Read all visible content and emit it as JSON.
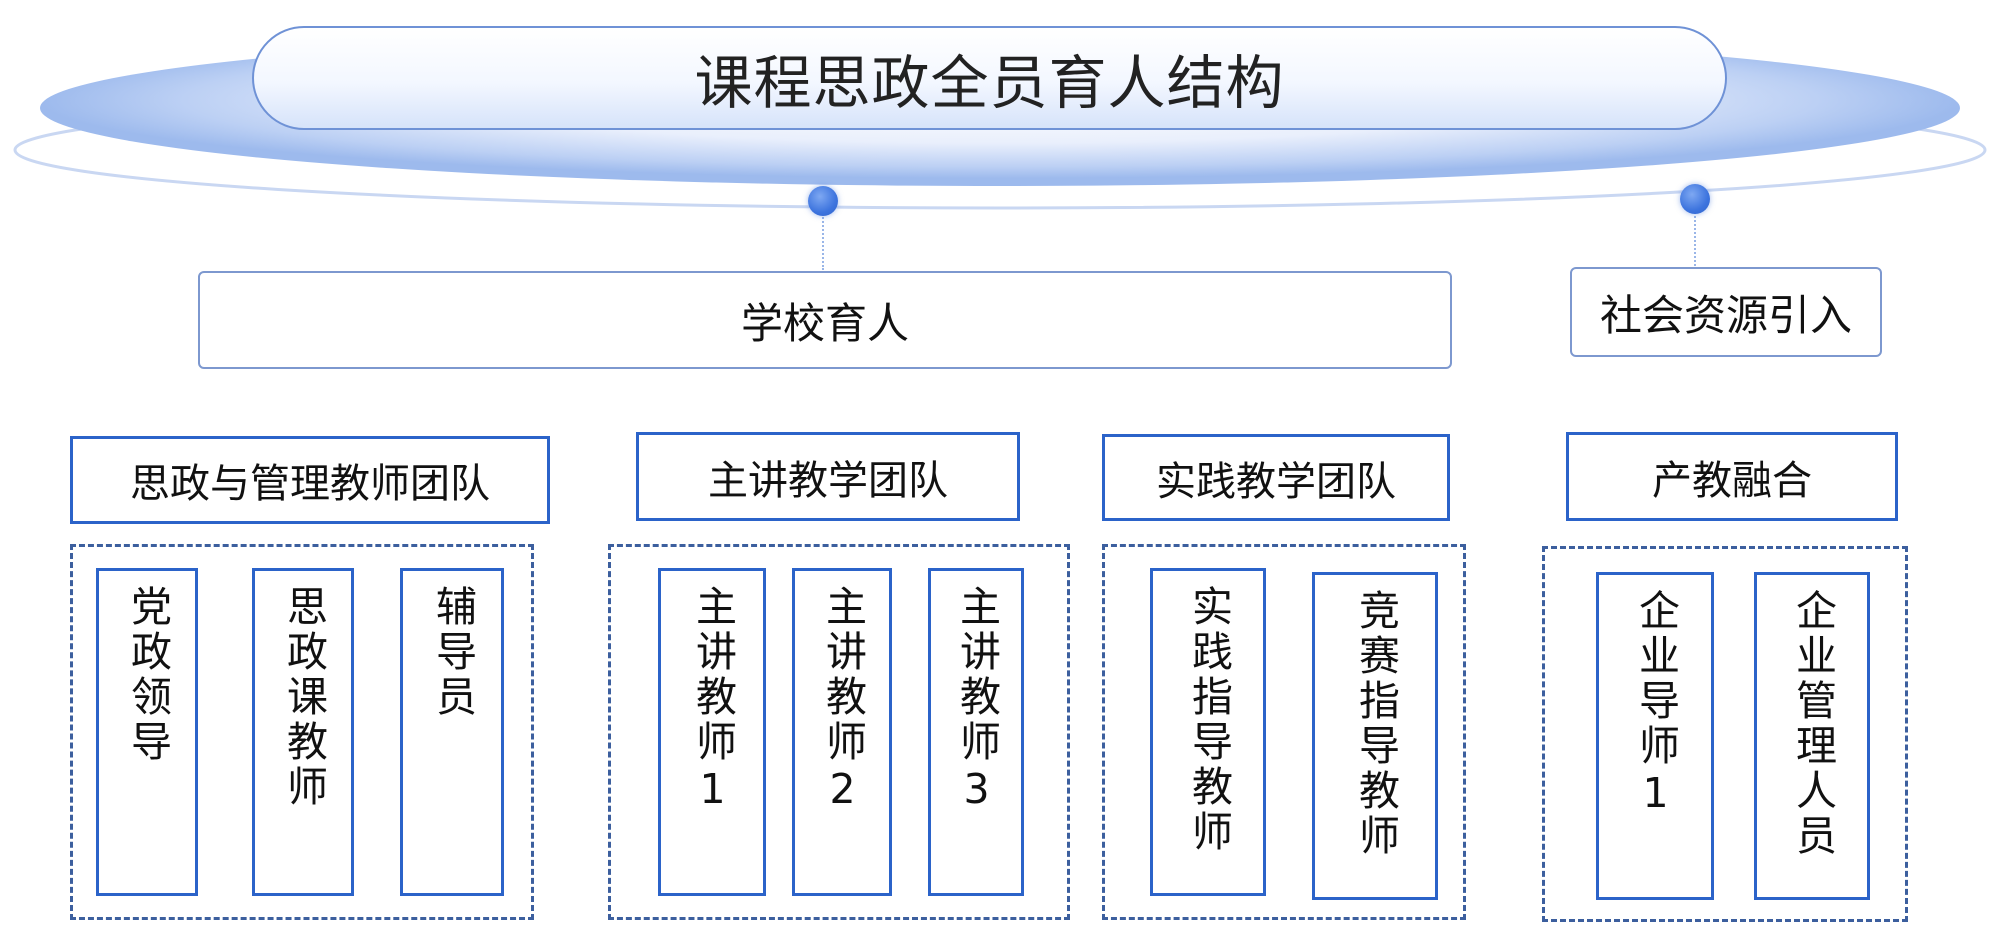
{
  "title": "课程思政全员育人结构",
  "banners": {
    "school": "学校育人",
    "society": "社会资源引入"
  },
  "teams": [
    {
      "label": "思政与管理教师团队",
      "members": [
        "党政领导",
        "思政课教师",
        "辅导员"
      ]
    },
    {
      "label": "主讲教学团队",
      "members": [
        "主讲教师1",
        "主讲教师2",
        "主讲教师3"
      ]
    },
    {
      "label": "实践教学团队",
      "members": [
        "实践指导教师",
        "竞赛指导教师"
      ]
    },
    {
      "label": "产教融合",
      "members": [
        "企业导师1",
        "企业管理人员"
      ]
    }
  ],
  "colors": {
    "accent": "#2b63c9",
    "dashed_border": "#3c5f9e",
    "ring_light": "#dce6fa",
    "ring_dark": "#8fb0ea"
  }
}
